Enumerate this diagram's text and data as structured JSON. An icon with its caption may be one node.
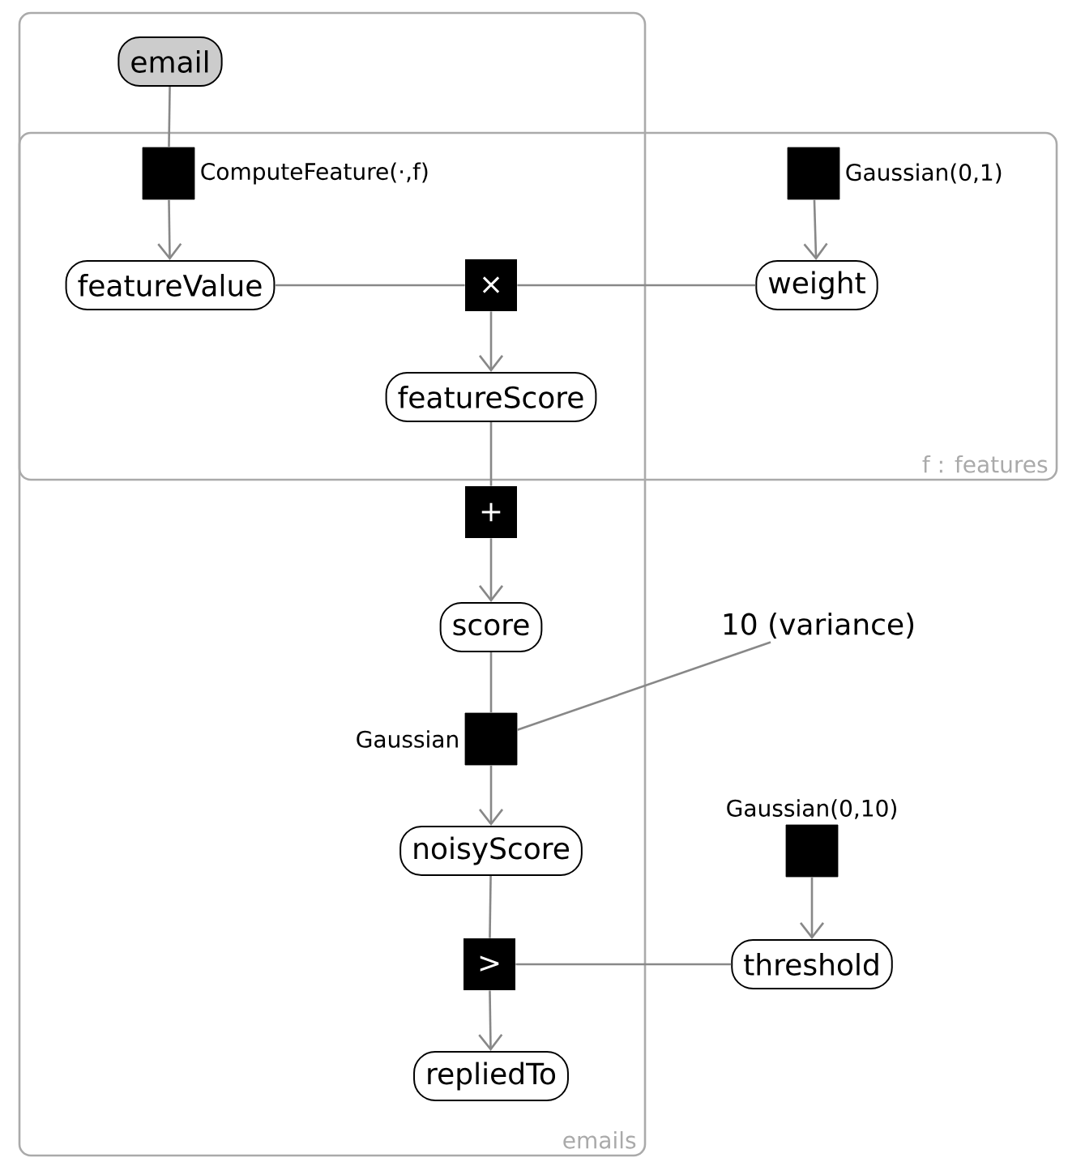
{
  "diagram": {
    "nodes": [
      {
        "text": [
          "emails"
        ]
      },
      {
        "text": [
          "f : features"
        ]
      },
      {
        "text": [
          "email"
        ],
        "in": 0
      },
      {
        "text": [],
        "shape": "box",
        "beside": [
          "ComputeFeature(·,f)"
        ]
      },
      {
        "text": [],
        "shape": "box",
        "beside": [
          "Gaussian(0,1)"
        ],
        "in": 1
      },
      {
        "text": [
          "featureValue"
        ]
      },
      {
        "text": [
          "×"
        ]
      },
      {
        "text": [
          "weight"
        ],
        "in": 1
      },
      {
        "text": [
          "featureScore"
        ]
      },
      {
        "text": [
          "+"
        ],
        "in": 0
      },
      {
        "text": [
          "score"
        ],
        "in": 0
      },
      {
        "text": [
          "10 (variance)"
        ]
      },
      {
        "text": [],
        "shape": "box",
        "beside": [
          "Gaussian"
        ],
        "in": 0
      },
      {
        "text": [
          "noisyScore"
        ],
        "in": 0
      },
      {
        "text": [],
        "shape": "box",
        "beside": [
          "Gaussian(0,10)"
        ]
      },
      {
        "text": [
          ">"
        ],
        "in": 0
      },
      {
        "text": [
          "threshold"
        ]
      },
      {
        "text": [
          "repliedTo"
        ],
        "in": 0
      }
    ],
    "edges": [
      {
        "from": 2,
        "to": 3,
        "arrow": "none"
      },
      {
        "from": 3,
        "to": 5,
        "arrow": "to"
      },
      {
        "from": 4,
        "to": 7,
        "arrow": "to"
      },
      {
        "from": 5,
        "to": 6,
        "arrow": "none"
      },
      {
        "from": 7,
        "to": 6,
        "arrow": "none"
      },
      {
        "from": 6,
        "to": 8,
        "arrow": "to"
      },
      {
        "from": 8,
        "to": 9,
        "arrow": "none"
      },
      {
        "from": 9,
        "to": 10,
        "arrow": "to"
      },
      {
        "from": 10,
        "to": 12,
        "arrow": "none"
      },
      {
        "from": 11,
        "to": 12,
        "arrow": "none"
      },
      {
        "from": 12,
        "to": 13,
        "arrow": "to"
      },
      {
        "from": 13,
        "to": 15,
        "arrow": "none"
      },
      {
        "from": 16,
        "to": 15,
        "arrow": "none"
      },
      {
        "from": 14,
        "to": 16,
        "arrow": "to"
      },
      {
        "from": 15,
        "to": 17,
        "arrow": "to"
      }
    ]
  }
}
